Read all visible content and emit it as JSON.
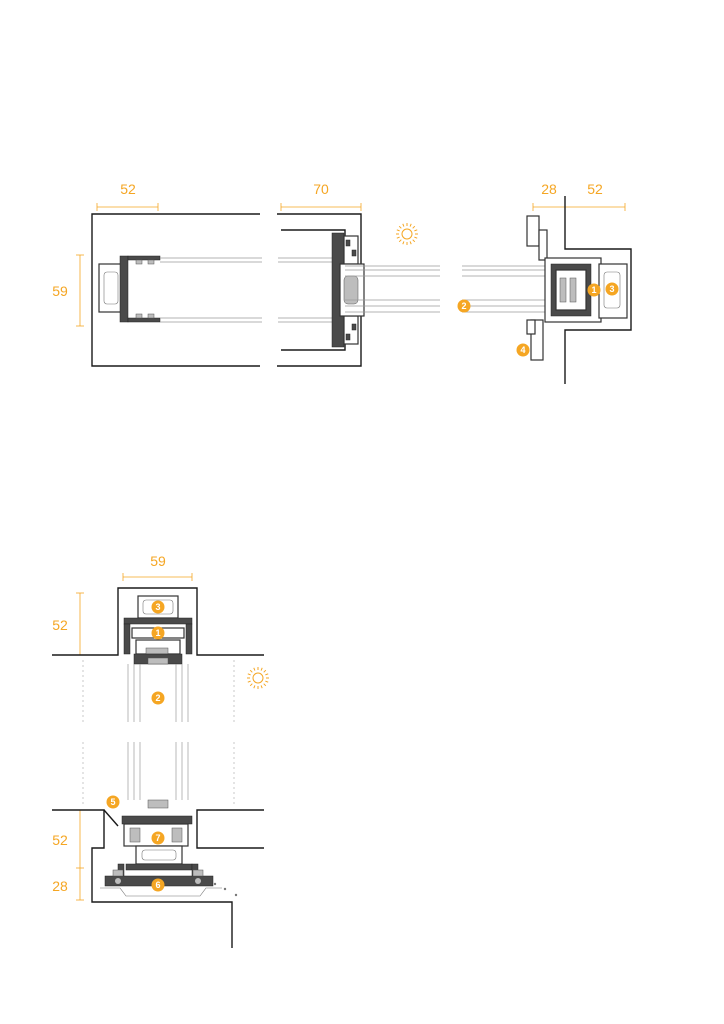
{
  "colors": {
    "accent": "#F5A623",
    "line": "#1a1a1a",
    "profile": "#4a4a4a"
  },
  "plan_view": {
    "dimensions": {
      "d1": "52",
      "d2": "70",
      "d3": "28",
      "d4": "52",
      "d5": "59"
    },
    "callouts": {
      "c1": "1",
      "c2": "2",
      "c3": "3",
      "c4": "4"
    },
    "icon": "sun-icon"
  },
  "section_view": {
    "dimensions": {
      "d1": "59",
      "d2": "52",
      "d3": "52",
      "d4": "28"
    },
    "callouts": {
      "c1": "3",
      "c2": "1",
      "c3": "2",
      "c4": "5",
      "c5": "7",
      "c6": "6"
    },
    "icon": "sun-icon"
  }
}
